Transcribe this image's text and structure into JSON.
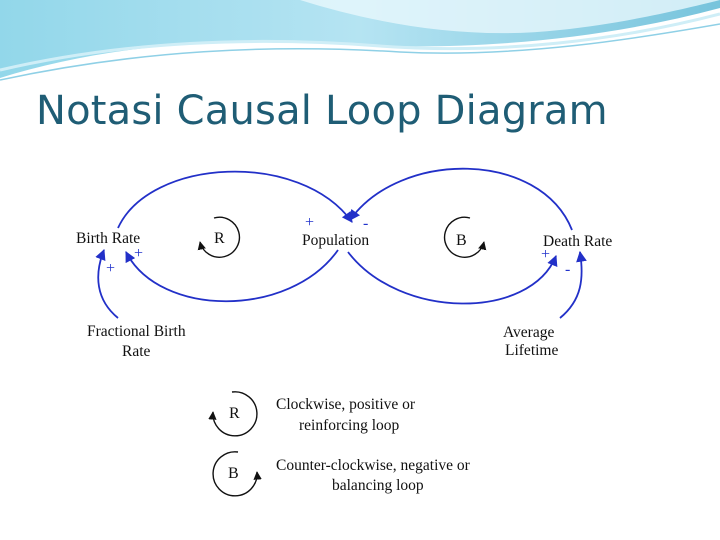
{
  "slide": {
    "title": "Notasi Causal Loop Diagram",
    "colors": {
      "title": "#1f5d75",
      "arrow": "#2230c8",
      "header_wave": "#5fb9d6"
    }
  },
  "diagram": {
    "nodes": {
      "birth_rate": "Birth Rate",
      "population": "Population",
      "death_rate": "Death Rate",
      "fractional_birth_rate": [
        "Fractional Birth",
        "Rate"
      ],
      "average_lifetime": [
        "Average",
        "Lifetime"
      ]
    },
    "polarities": {
      "birth_to_pop": "+",
      "pop_to_birth": "+",
      "frac_to_birth": "+",
      "pop_to_death": "+",
      "death_to_pop": "-",
      "life_to_death": "-"
    },
    "loops": {
      "reinforcing": "R",
      "balancing": "B"
    }
  },
  "legend": {
    "reinforcing": {
      "letter": "R",
      "text": [
        "Clockwise, positive or",
        "reinforcing loop"
      ]
    },
    "balancing": {
      "letter": "B",
      "text": [
        "Counter-clockwise, negative or",
        "balancing loop"
      ]
    }
  }
}
